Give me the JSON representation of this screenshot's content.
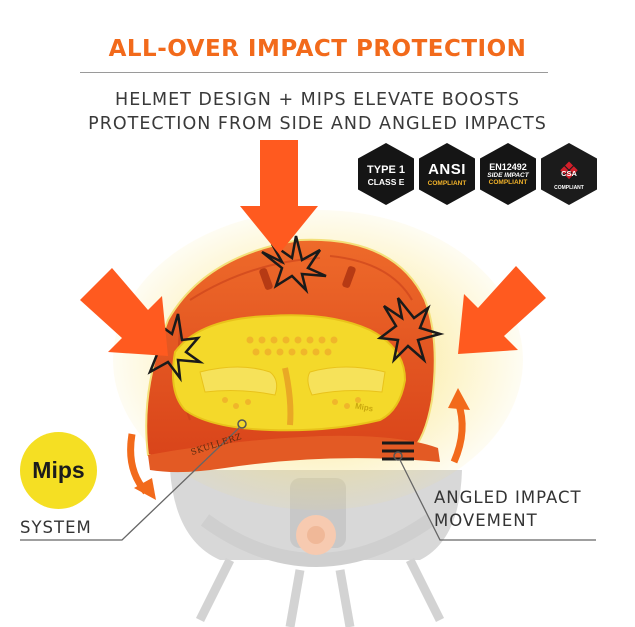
{
  "headline": "ALL-OVER IMPACT PROTECTION",
  "subheadline": {
    "line1": "HELMET DESIGN + MIPS ELEVATE BOOSTS",
    "line2": "PROTECTION FROM SIDE AND ANGLED IMPACTS"
  },
  "badges": [
    {
      "icon": "hexagon",
      "line1": "TYPE 1",
      "line2": "CLASS E"
    },
    {
      "icon": "hexagon",
      "line1": "ANSI",
      "line2": "COMPLIANT"
    },
    {
      "icon": "hexagon",
      "line1": "EN12492",
      "line2": "SIDE IMPACT",
      "line3": "COMPLIANT"
    },
    {
      "icon": "maple-leaf-icon",
      "line1": "CSA",
      "line2": "COMPLIANT"
    }
  ],
  "mips_badge": "Mips",
  "mips_label": "SYSTEM",
  "helmet_brand": "SKULLERZ",
  "mips_embossed": "Mips",
  "angled_label": {
    "line1": "ANGLED IMPACT",
    "line2": "MOVEMENT"
  },
  "colors": {
    "accent_orange": "#f26a1b",
    "helmet_orange": "#e8531c",
    "mips_yellow": "#f5df23",
    "liner_yellow": "#f4d92a",
    "arrow_orange": "#ff5a1f",
    "badge_black": "#151515"
  }
}
